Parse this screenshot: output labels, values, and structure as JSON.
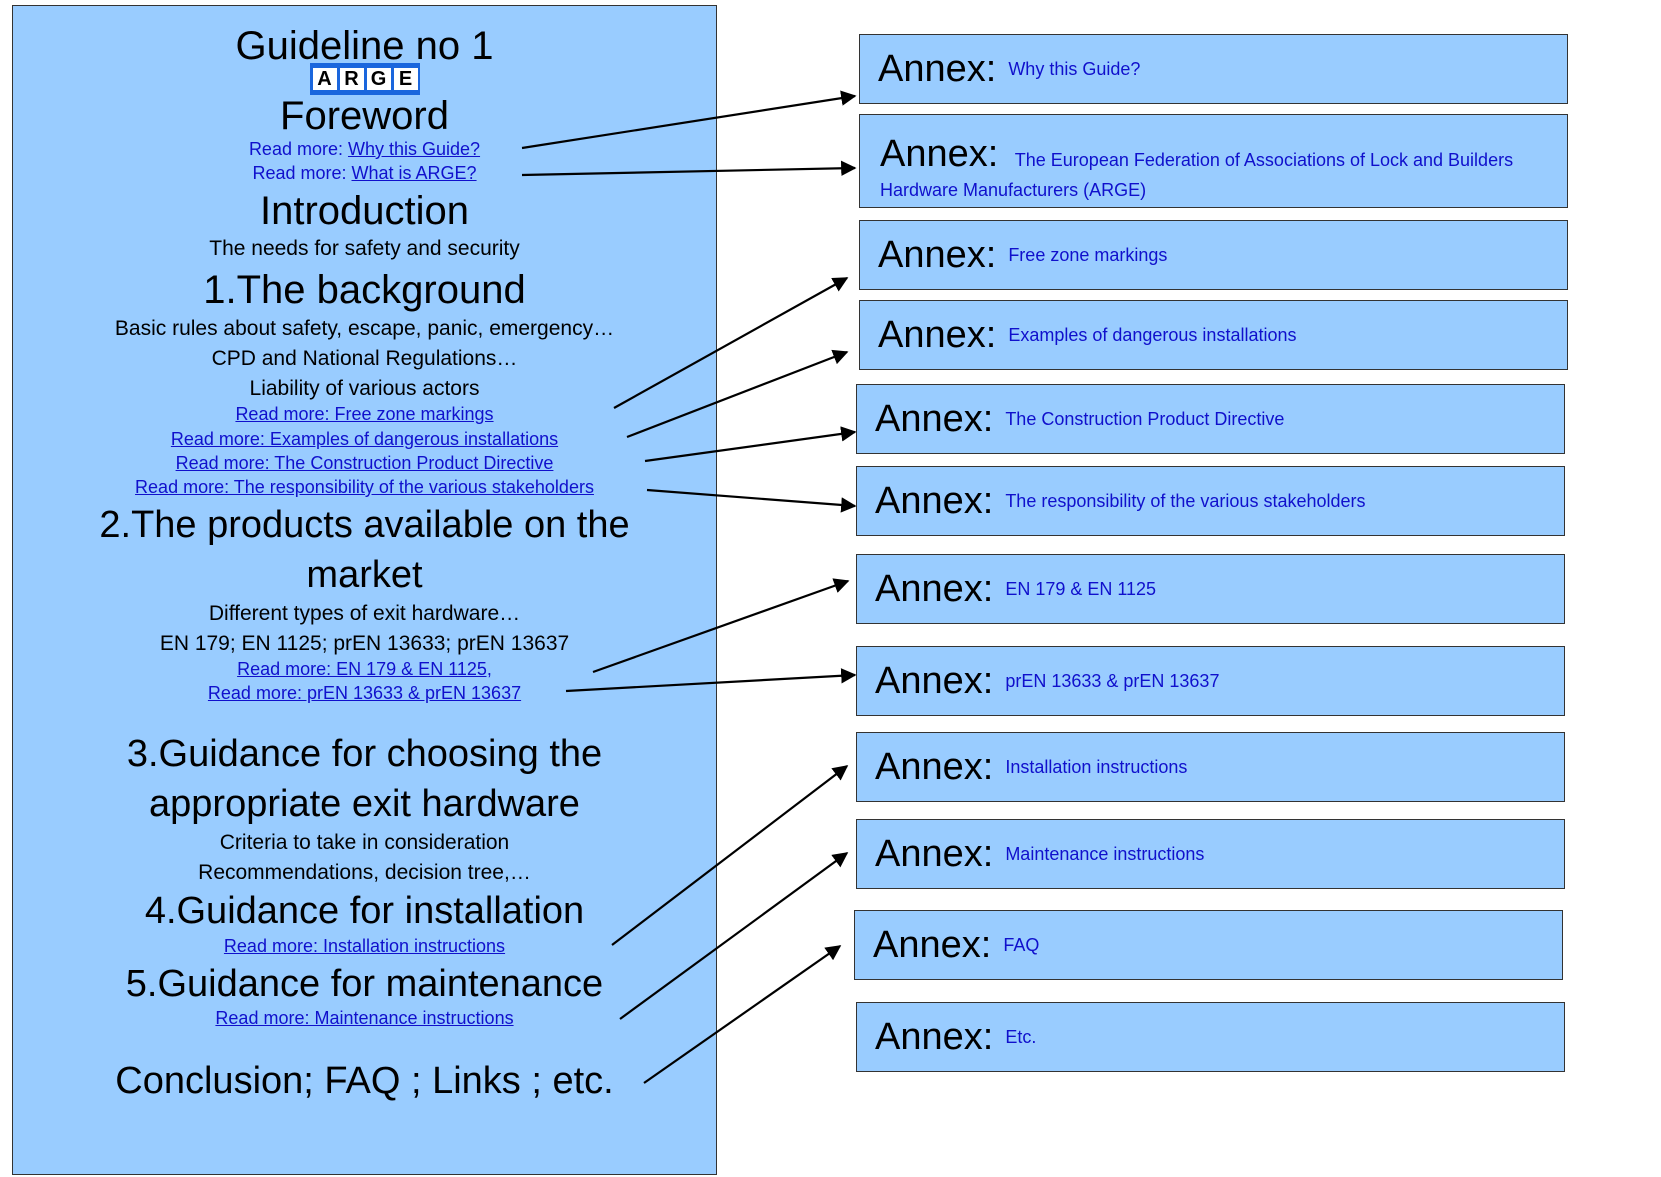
{
  "guide": {
    "title": "Guideline no 1",
    "logo_letters": [
      "A",
      "R",
      "G",
      "E"
    ],
    "foreword": "Foreword",
    "read_why": "Read more: ",
    "read_why_link": "Why this Guide?",
    "read_arge": "Read more: ",
    "read_arge_link": "What is ARGE?",
    "introduction": "Introduction",
    "intro_text": "The needs for safety and security",
    "s1_title": "1.The background",
    "s1_l1": "Basic rules about safety, escape, panic, emergency…",
    "s1_l2": "CPD and National Regulations…",
    "s1_l3": "Liability of various actors",
    "s1_rm1": "Read more: Free zone markings",
    "s1_rm2": "Read more: Examples of dangerous installations",
    "s1_rm3": "Read more: The Construction Product Directive",
    "s1_rm4": "Read more: The responsibility of the various stakeholders",
    "s2_title_a": "2.The products available on the",
    "s2_title_b": "market",
    "s2_l1": "Different types of exit hardware…",
    "s2_l2": "EN 179; EN 1125; prEN 13633; prEN 13637",
    "s2_rm1": "Read more: EN 179 & EN 1125,",
    "s2_rm2": "Read more: prEN 13633 & prEN 13637",
    "s3_title_a": "3.Guidance for choosing the",
    "s3_title_b": "appropriate exit hardware",
    "s3_l1": "Criteria to take in consideration",
    "s3_l2": "Recommendations, decision tree,…",
    "s4_title": "4.Guidance for installation",
    "s4_rm": "Read more: Installation instructions",
    "s5_title": "5.Guidance for maintenance",
    "s5_rm": "Read more: Maintenance instructions",
    "conclusion": "Conclusion; FAQ ; Links ; etc."
  },
  "annexes": [
    {
      "label": "Annex:",
      "text": "Why this Guide?"
    },
    {
      "label": "Annex:",
      "text": "The European Federation of Associations of Lock and Builders Hardware Manufacturers (ARGE)"
    },
    {
      "label": "Annex:",
      "text": "Free zone markings"
    },
    {
      "label": "Annex:",
      "text": "Examples of dangerous installations"
    },
    {
      "label": "Annex:",
      "text": "The Construction Product Directive"
    },
    {
      "label": "Annex:",
      "text": "The responsibility of the various stakeholders"
    },
    {
      "label": "Annex:",
      "text": "EN 179 & EN 1125"
    },
    {
      "label": "Annex:",
      "text": "prEN 13633 & prEN 13637"
    },
    {
      "label": "Annex:",
      "text": "Installation instructions"
    },
    {
      "label": "Annex:",
      "text": "Maintenance instructions"
    },
    {
      "label": "Annex:",
      "text": "FAQ"
    },
    {
      "label": "Annex:",
      "text": "Etc."
    }
  ],
  "colors": {
    "panel": "#99ccff",
    "link": "#1010cc",
    "logo": "#1a66dd"
  }
}
